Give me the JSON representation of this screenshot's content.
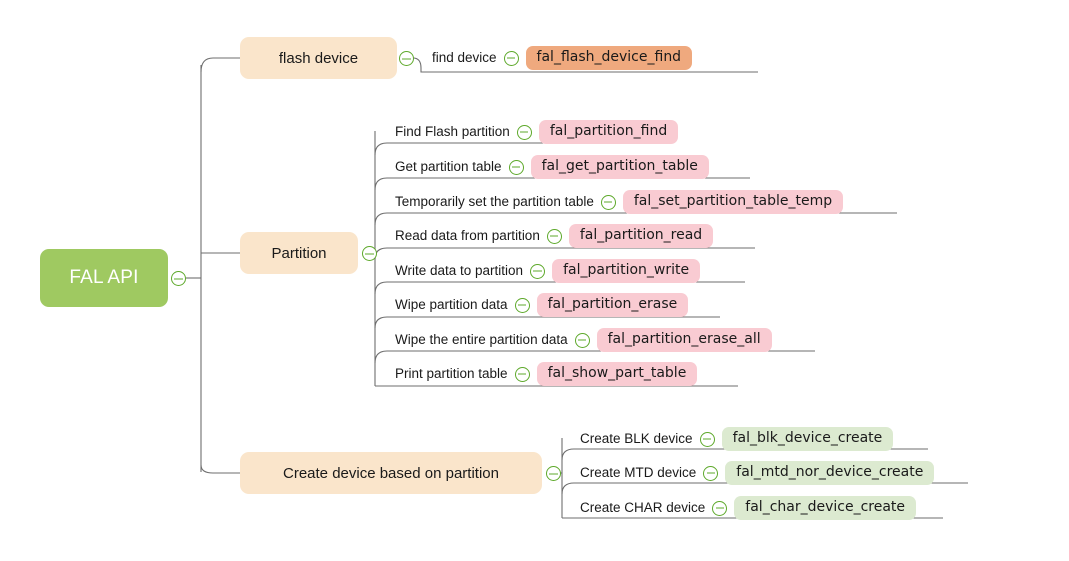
{
  "diagram": {
    "type": "mindmap",
    "title": "FAL API",
    "colors": {
      "root": "#9fc961",
      "branch": "#fae5cb",
      "tag_orange": "#efa97e",
      "tag_pink": "#f9cbd2",
      "tag_green": "#dcead0",
      "connector": "#6e6e6e",
      "collapse_stroke": "#5ea92b"
    },
    "collapse_icon": "minus-circle-icon"
  },
  "root": {
    "label": "FAL API"
  },
  "branches": [
    {
      "id": "flash-device",
      "label": "flash device",
      "children": [
        {
          "label": "find device",
          "tag": "fal_flash_device_find",
          "tag_color": "orange"
        }
      ]
    },
    {
      "id": "partition",
      "label": "Partition",
      "children": [
        {
          "label": "Find Flash partition",
          "tag": "fal_partition_find",
          "tag_color": "pink"
        },
        {
          "label": "Get partition table",
          "tag": "fal_get_partition_table",
          "tag_color": "pink"
        },
        {
          "label": "Temporarily set the partition table",
          "tag": "fal_set_partition_table_temp",
          "tag_color": "pink"
        },
        {
          "label": "Read data from partition",
          "tag": "fal_partition_read",
          "tag_color": "pink"
        },
        {
          "label": "Write data to partition",
          "tag": "fal_partition_write",
          "tag_color": "pink"
        },
        {
          "label": "Wipe partition data",
          "tag": "fal_partition_erase",
          "tag_color": "pink"
        },
        {
          "label": "Wipe the entire partition data",
          "tag": "fal_partition_erase_all",
          "tag_color": "pink"
        },
        {
          "label": "Print partition table",
          "tag": "fal_show_part_table",
          "tag_color": "pink"
        }
      ]
    },
    {
      "id": "create-device",
      "label": "Create device based on partition",
      "children": [
        {
          "label": "Create BLK device",
          "tag": "fal_blk_device_create",
          "tag_color": "green"
        },
        {
          "label": "Create MTD device",
          "tag": "fal_mtd_nor_device_create",
          "tag_color": "green"
        },
        {
          "label": "Create CHAR device",
          "tag": "fal_char_device_create",
          "tag_color": "green"
        }
      ]
    }
  ]
}
